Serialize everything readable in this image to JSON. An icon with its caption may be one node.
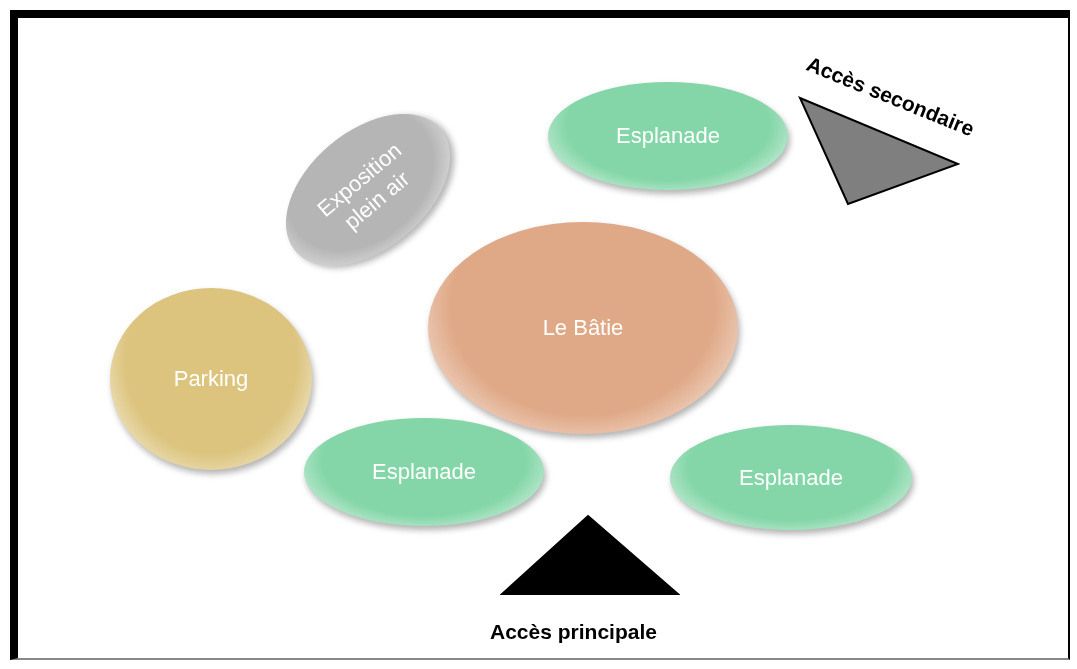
{
  "diagram": {
    "nodes": [
      {
        "text": [
          "Esplanade"
        ]
      },
      {
        "text": [
          "Accès secondaire"
        ]
      },
      {
        "text": [
          "Exposition plein air"
        ]
      },
      {
        "text": [
          "Le Bâtie"
        ]
      },
      {
        "text": [
          "Parking"
        ]
      },
      {
        "text": [
          "Esplanade"
        ]
      },
      {
        "text": [
          "Esplanade"
        ]
      },
      {
        "text": [
          "Accès principale"
        ]
      }
    ]
  }
}
